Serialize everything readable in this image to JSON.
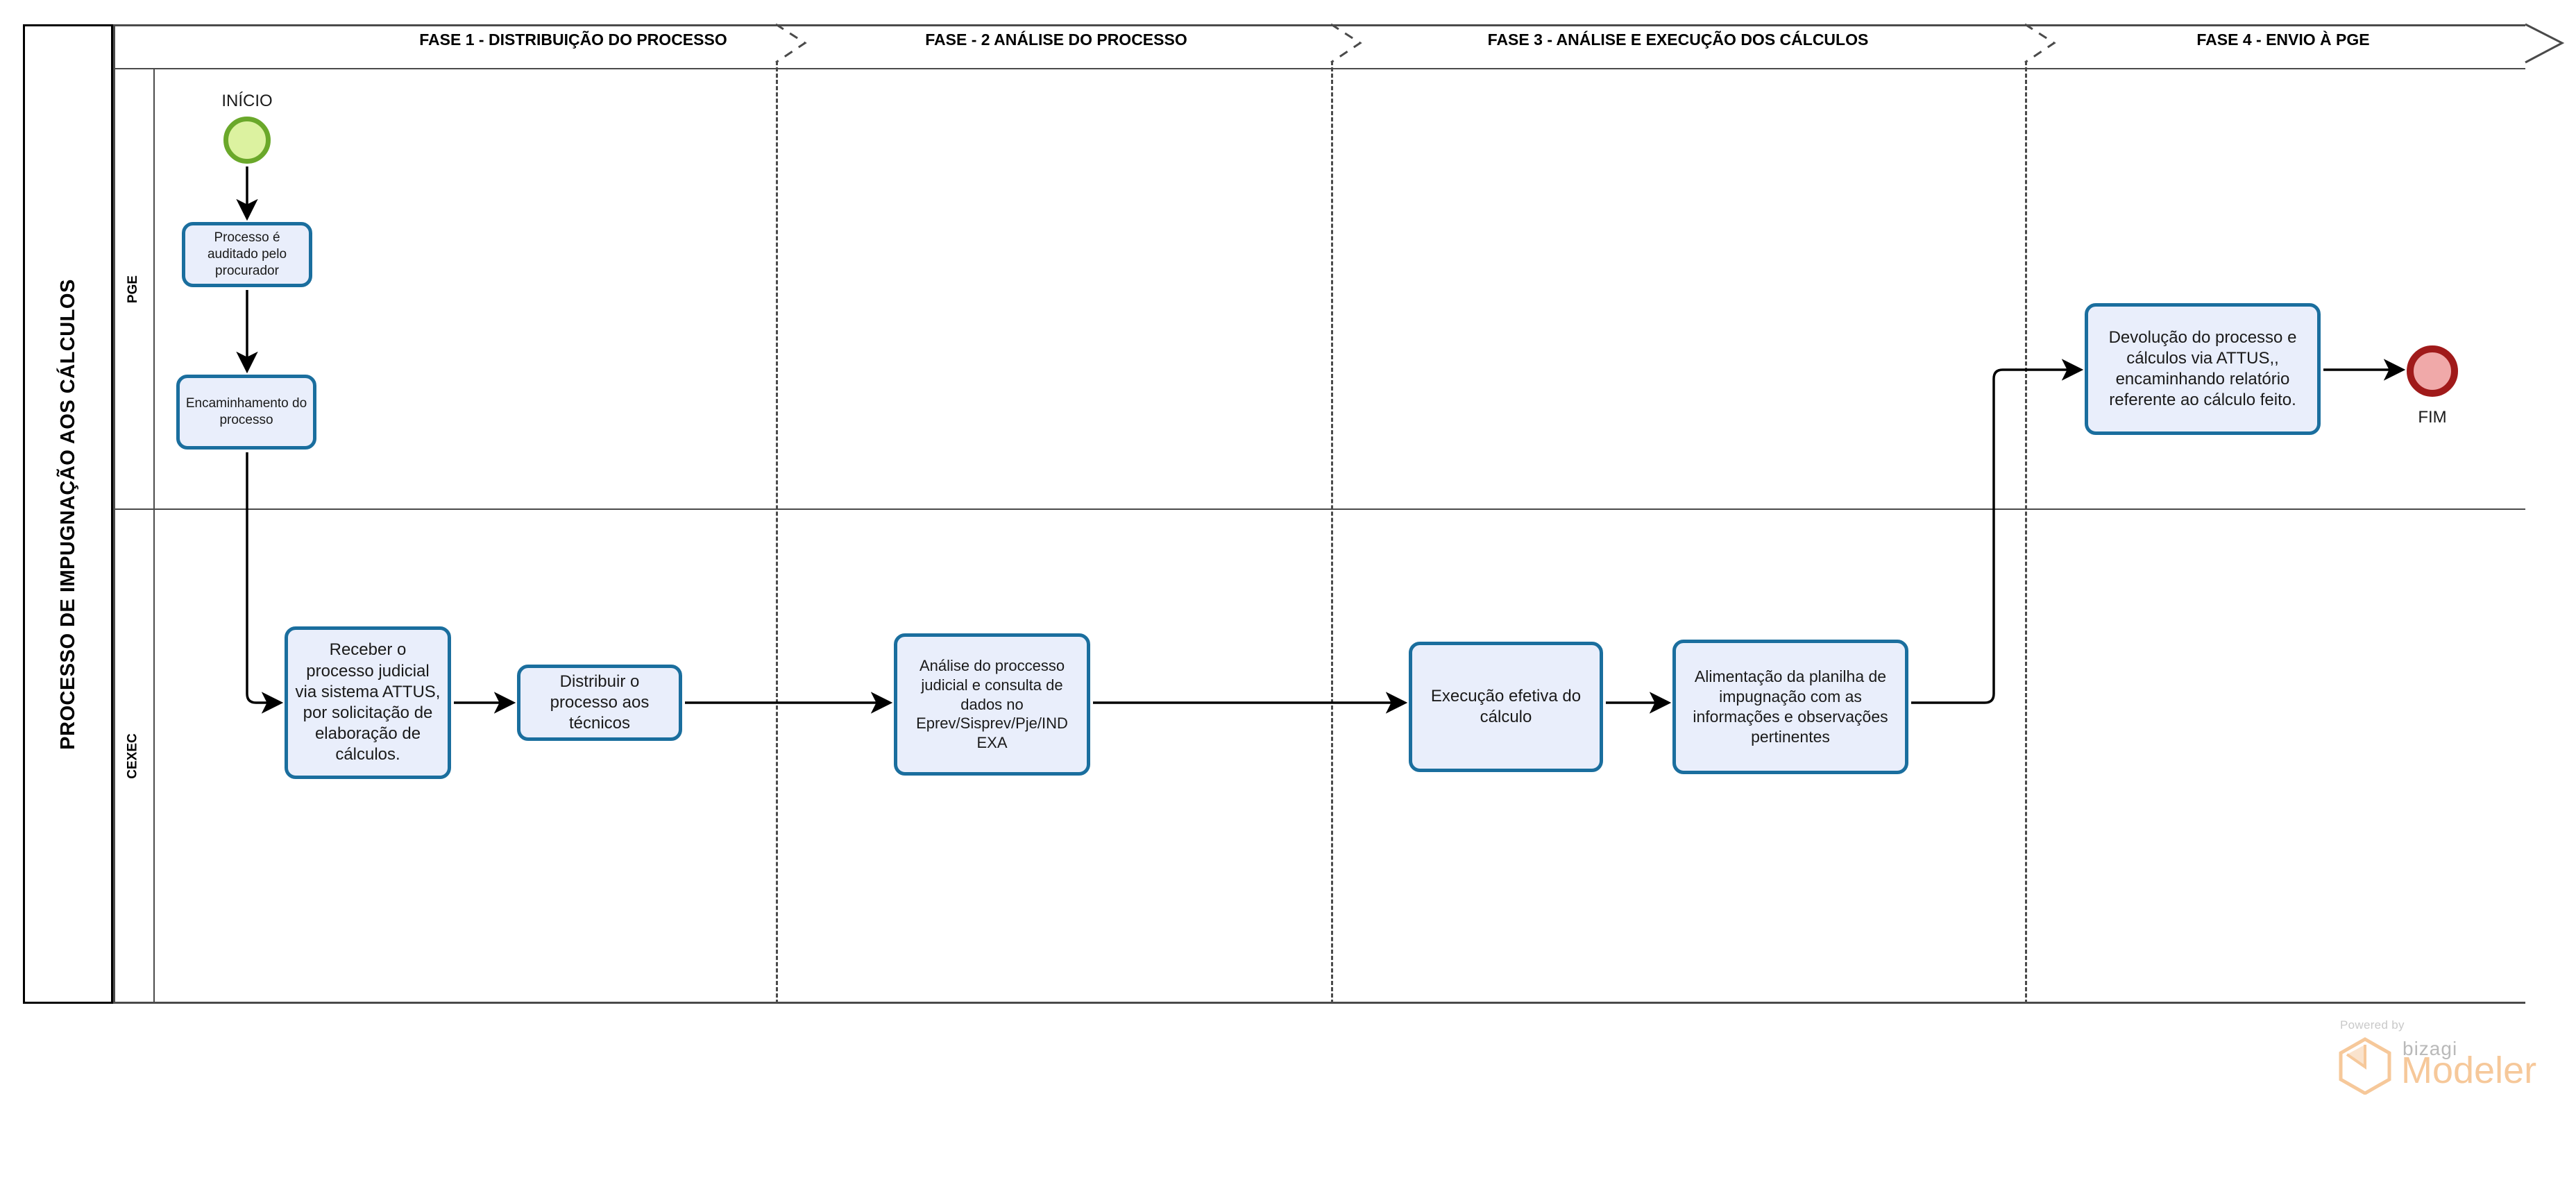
{
  "pool": {
    "title": "PROCESSO DE IMPUGNAÇÃO AOS CÁLCULOS",
    "lanes": [
      {
        "id": "pge",
        "label": "PGE"
      },
      {
        "id": "cexec",
        "label": "CEXEC"
      }
    ]
  },
  "phases": [
    {
      "id": "fase1",
      "label": "FASE 1 - DISTRIBUIÇÃO DO PROCESSO"
    },
    {
      "id": "fase2",
      "label": "FASE - 2 ANÁLISE DO PROCESSO"
    },
    {
      "id": "fase3",
      "label": "FASE 3 - ANÁLISE E EXECUÇÃO DOS CÁLCULOS"
    },
    {
      "id": "fase4",
      "label": "FASE 4 - ENVIO À PGE"
    }
  ],
  "events": [
    {
      "id": "start",
      "type": "start-event",
      "label": "INÍCIO",
      "fill": "#dcf2a0",
      "stroke": "#6aa82a"
    },
    {
      "id": "end",
      "type": "end-event",
      "label": "FIM",
      "fill": "#f0a9a9",
      "stroke": "#a01a1a"
    }
  ],
  "tasks": [
    {
      "id": "t1",
      "lane": "pge",
      "phase": "fase1",
      "label": "Processo é auditado pelo procurador"
    },
    {
      "id": "t2",
      "lane": "pge",
      "phase": "fase1",
      "label": "Encaminhamento do processo"
    },
    {
      "id": "t3",
      "lane": "cexec",
      "phase": "fase1",
      "label": "Receber o processo judicial via sistema ATTUS, por solicitação de elaboração de cálculos."
    },
    {
      "id": "t4",
      "lane": "cexec",
      "phase": "fase1",
      "label": "Distribuir o processo aos técnicos"
    },
    {
      "id": "t5",
      "lane": "cexec",
      "phase": "fase2",
      "label": "Análise do proccesso judicial e consulta de dados no Eprev/Sisprev/Pje/IND EXA"
    },
    {
      "id": "t6",
      "lane": "cexec",
      "phase": "fase3",
      "label": "Execução efetiva do cálculo"
    },
    {
      "id": "t7",
      "lane": "cexec",
      "phase": "fase3",
      "label": "Alimentação da planilha de impugnação com as informações e observações pertinentes"
    },
    {
      "id": "t8",
      "lane": "pge",
      "phase": "fase4",
      "label": "Devolução do processo e cálculos via ATTUS,, encaminhando relatório referente ao cálculo feito."
    }
  ],
  "flows": [
    {
      "from": "start",
      "to": "t1"
    },
    {
      "from": "t1",
      "to": "t2"
    },
    {
      "from": "t2",
      "to": "t3"
    },
    {
      "from": "t3",
      "to": "t4"
    },
    {
      "from": "t4",
      "to": "t5"
    },
    {
      "from": "t5",
      "to": "t6"
    },
    {
      "from": "t6",
      "to": "t7"
    },
    {
      "from": "t7",
      "to": "t8"
    },
    {
      "from": "t8",
      "to": "end"
    }
  ],
  "branding": {
    "powered_by": "Powered by",
    "vendor": "bizagi",
    "product": "Modeler",
    "accent": "#f6c89a"
  },
  "colors": {
    "task_fill": "#e9eefb",
    "task_stroke": "#1a6e9e",
    "pool_border": "#4a4a4a",
    "flow": "#000000"
  }
}
